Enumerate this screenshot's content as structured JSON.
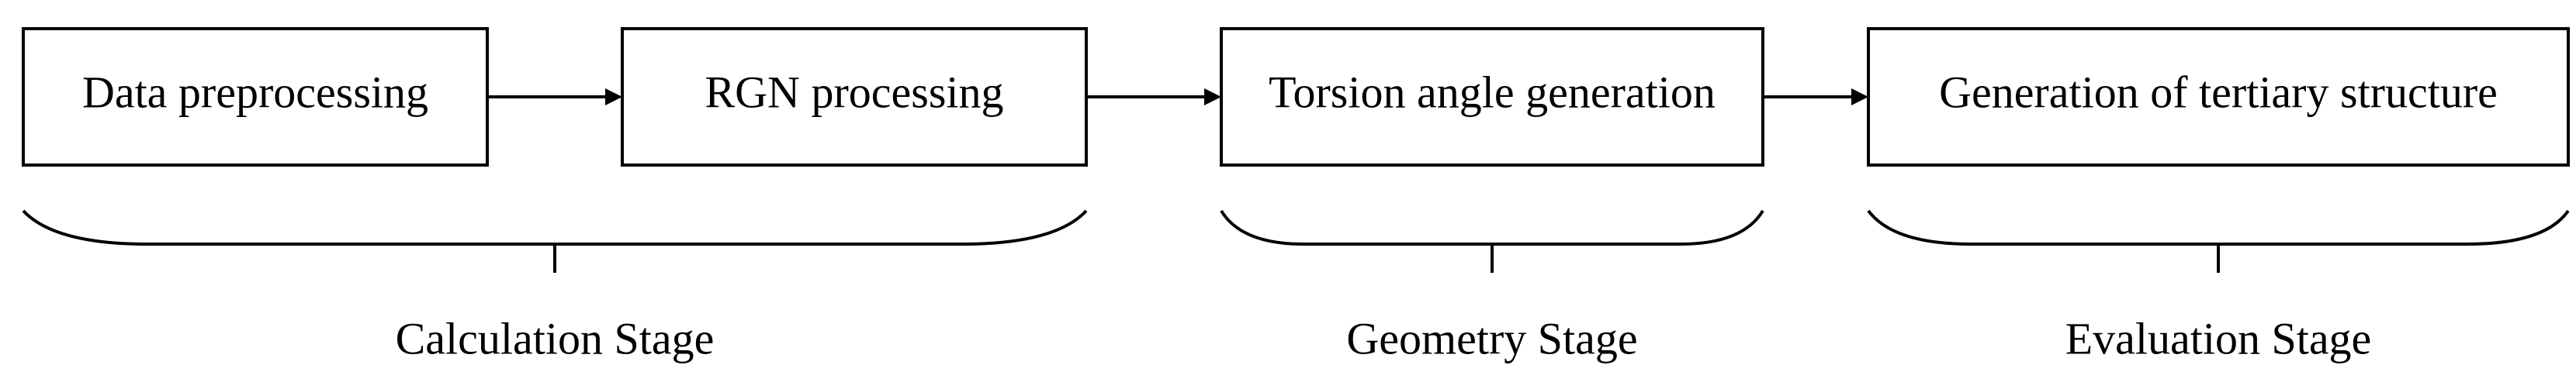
{
  "boxes": [
    {
      "label": "Data preprocessing"
    },
    {
      "label": "RGN processing"
    },
    {
      "label": "Torsion angle generation"
    },
    {
      "label": "Generation of tertiary structure"
    }
  ],
  "stages": [
    {
      "label": "Calculation Stage"
    },
    {
      "label": "Geometry Stage"
    },
    {
      "label": "Evaluation Stage"
    }
  ]
}
